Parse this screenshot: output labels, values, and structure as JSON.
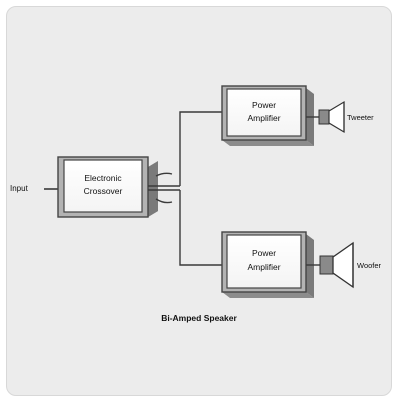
{
  "diagram": {
    "input_label": "Input",
    "crossover_label_line1": "Electronic",
    "crossover_label_line2": "Crossover",
    "amp_top_line1": "Power",
    "amp_top_line2": "Amplifier",
    "amp_bottom_line1": "Power",
    "amp_bottom_line2": "Amplifier",
    "tweeter_label": "Tweeter",
    "woofer_label": "Woofer",
    "caption": "Bi-Amped Speaker"
  },
  "colors": {
    "background": "#ececec",
    "box_face": "#ffffff",
    "box_shadow": "#a9a9a9",
    "line": "#3a3a3a"
  },
  "icons": {
    "tweeter": "tweeter-speaker-icon",
    "woofer": "woofer-speaker-icon"
  }
}
